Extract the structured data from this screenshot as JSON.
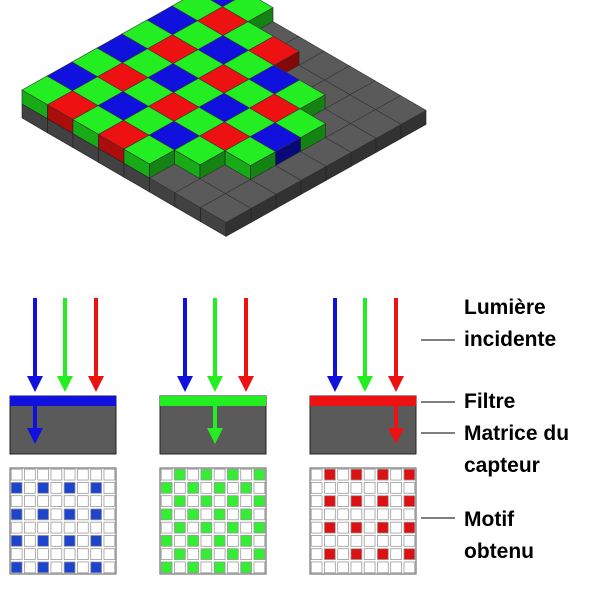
{
  "labels": {
    "incident_light": {
      "line1": "Lumière",
      "line2": "incidente"
    },
    "filter": "Filtre",
    "sensor_matrix": {
      "line1": "Matrice du",
      "line2": "capteur"
    },
    "pattern": {
      "line1": "Motif",
      "line2": "obtenu"
    }
  },
  "colors": {
    "red": "#ee1111",
    "green": "#22ee22",
    "blue": "#1111dd",
    "sensor_gray": "#5a5a5a",
    "pattern_blue": "#1c44cc",
    "pattern_green": "#33ee33",
    "pattern_red": "#dd1111"
  },
  "panels": [
    {
      "id": "blue",
      "filter_color": "blue"
    },
    {
      "id": "green",
      "filter_color": "green"
    },
    {
      "id": "red",
      "filter_color": "red"
    }
  ]
}
